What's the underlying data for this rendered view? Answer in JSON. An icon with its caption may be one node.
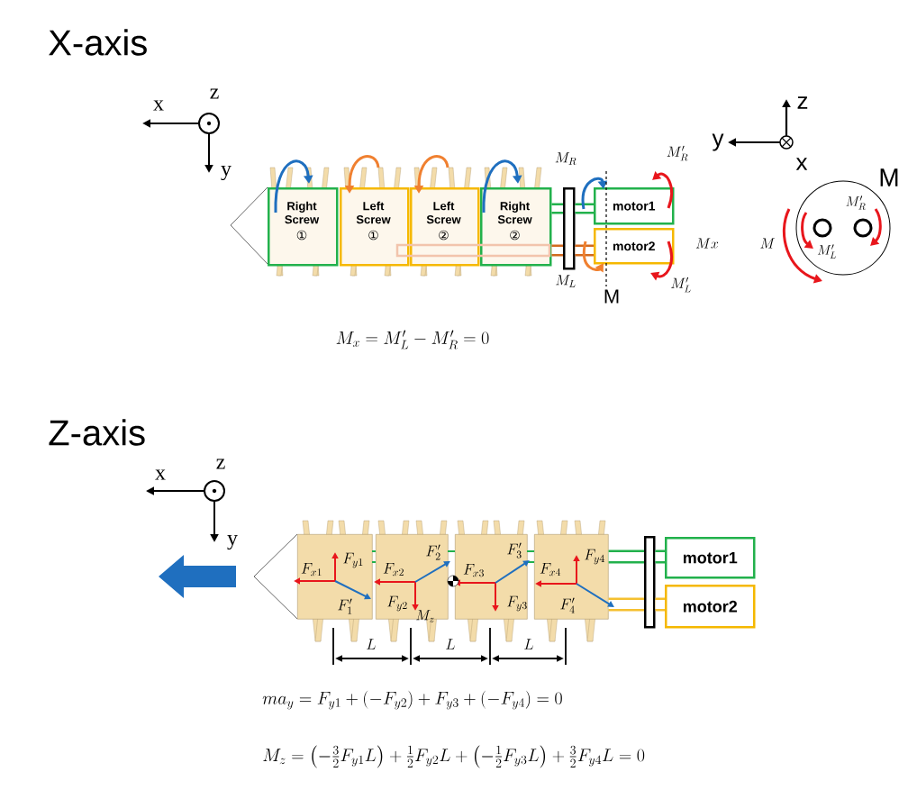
{
  "diagram": {
    "nodes": [
      {
        "text": [
          "Right Screw",
          "①"
        ]
      },
      {
        "text": [
          "Left Screw",
          "①"
        ]
      },
      {
        "text": [
          "Left Screw",
          "②"
        ]
      },
      {
        "text": [
          "Right Screw",
          "②"
        ]
      },
      {
        "text": [
          "motor1"
        ]
      },
      {
        "text": [
          "motor2"
        ]
      },
      {
        "text": [],
        "shape": "bar"
      },
      {
        "text": [],
        "shape": "box"
      },
      {
        "text": [],
        "shape": "box"
      },
      {
        "text": [],
        "shape": "box"
      },
      {
        "text": [],
        "shape": "box"
      },
      {
        "text": [],
        "shape": "bar"
      },
      {
        "text": [
          "motor1"
        ]
      },
      {
        "text": [
          "motor2"
        ]
      }
    ],
    "edges": [
      {
        "from": 3,
        "to": 6,
        "arrow": "none",
        "color": "#22b14c"
      },
      {
        "from": 6,
        "to": 4,
        "arrow": "none",
        "color": "#22b14c"
      },
      {
        "from": 3,
        "to": 6,
        "arrow": "none",
        "color": "#d2691e"
      },
      {
        "from": 6,
        "to": 5,
        "arrow": "none",
        "color": "#d2691e"
      },
      {
        "from": 10,
        "to": 11,
        "arrow": "none",
        "color": "#22b14c"
      },
      {
        "from": 11,
        "to": 12,
        "arrow": "none",
        "color": "#22b14c"
      },
      {
        "from": 10,
        "to": 11,
        "arrow": "none",
        "color": "#f5c030"
      },
      {
        "from": 11,
        "to": 13,
        "arrow": "none",
        "color": "#f5c030"
      }
    ],
    "labels": [
      "X-axis",
      "x",
      "z",
      "y",
      "M_{R}",
      "M_{L}",
      "M",
      "M'_{R}",
      "M'_{L}",
      "Mx",
      "z",
      "y",
      "x",
      "M",
      "M_{R}'",
      "M",
      "M_{L}'",
      "M_x = M'_L - M'_R = 0",
      "Z-axis",
      "x",
      "z",
      "y",
      "F_{x1}",
      "F_{y1}",
      "F'_{1}",
      "F_{x2}",
      "F'_{2}",
      "F_{y2}",
      "M_{z}",
      "F_{x3}",
      "F'_{3}",
      "F_{y3}",
      "F_{x4}",
      "F_{y4}",
      "F'_{4}",
      "L",
      "L",
      "L",
      "ma_y = F_{y1} + \\left(-F_{y2}\\right) + F_{y3} + (-F_{y4}) = 0",
      "M_z = \\left(-\\frac{3}{2}F_{y1}L\\right) + \\frac{1}{2}F_{y2}L + \\left(-\\frac{1}{2}F_{y3}L\\right) + \\frac{3}{2}F_{y4}L = 0"
    ]
  }
}
